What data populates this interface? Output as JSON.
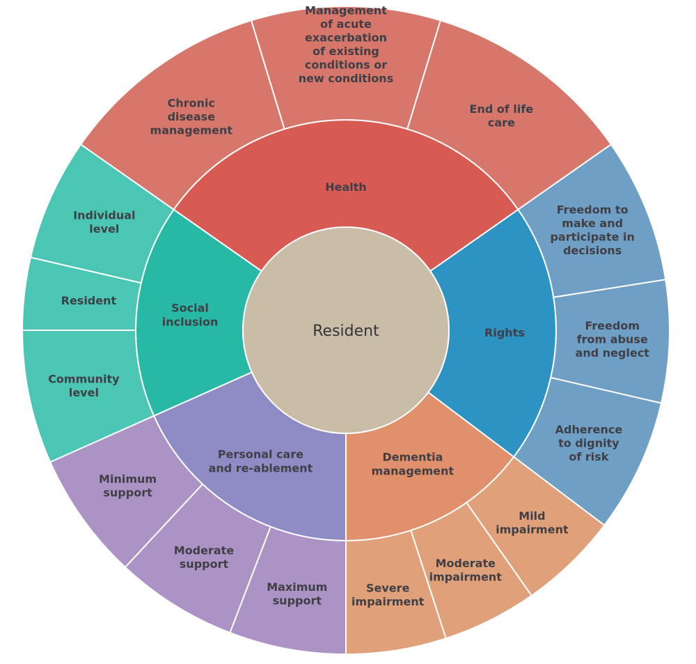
{
  "center": {
    "label": "Resident",
    "color": "#c9bda8"
  },
  "categories": [
    {
      "key": "health",
      "label": [
        "Health"
      ],
      "color": "#d75b53",
      "outer_color": "#d7766b",
      "sub": [
        [
          "Chronic",
          "disease",
          "management"
        ],
        [
          "Management",
          "of acute",
          "exacerbation",
          "of existing",
          "conditions or",
          "new conditions"
        ],
        [
          "End of life",
          "care"
        ]
      ]
    },
    {
      "key": "rights",
      "label": [
        "Rights"
      ],
      "color": "#2c93c3",
      "outer_color": "#6f9fc4",
      "sub": [
        [
          "Freedom to",
          "make and",
          "participate in",
          "decisions"
        ],
        [
          "Freedom",
          "from abuse",
          "and neglect"
        ],
        [
          "Adherence",
          "to dignity",
          "of risk"
        ]
      ]
    },
    {
      "key": "dementia",
      "label": [
        "Dementia",
        "management"
      ],
      "color": "#e0906a",
      "outer_color": "#e0a17a",
      "sub": [
        [
          "Mild",
          "impairment"
        ],
        [
          "Moderate",
          "impairment"
        ],
        [
          "Severe",
          "impairment"
        ]
      ]
    },
    {
      "key": "personal",
      "label": [
        "Personal care",
        "and re-ablement"
      ],
      "color": "#8f8bc4",
      "outer_color": "#ab93c6",
      "sub": [
        [
          "Maximum",
          "support"
        ],
        [
          "Moderate",
          "support"
        ],
        [
          "Minimum",
          "support"
        ]
      ]
    },
    {
      "key": "social",
      "label": [
        "Social",
        "inclusion"
      ],
      "color": "#27b9a5",
      "outer_color": "#4bc6b5",
      "sub": [
        [
          "Community",
          "level"
        ],
        [
          "Resident"
        ],
        [
          "Individual",
          "level"
        ]
      ]
    }
  ]
}
